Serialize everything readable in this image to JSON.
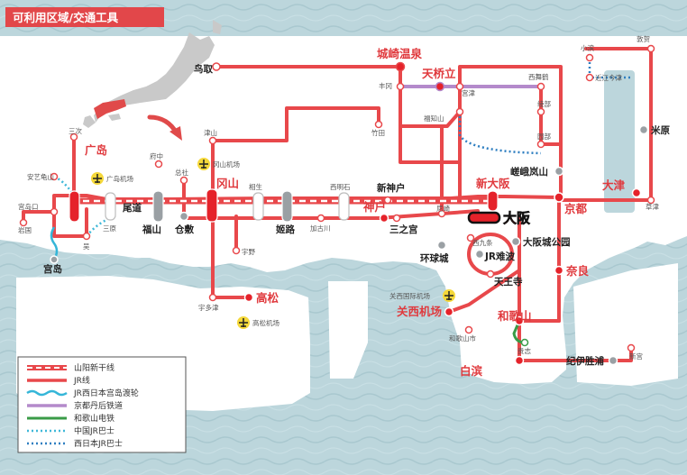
{
  "title": "可利用区域/交通工具",
  "colors": {
    "jr_line": "#e8484b",
    "station_red": "#e03a3e",
    "shinkansen_marker": "#e5222a",
    "tango": "#b48acb",
    "ferry": "#35b6d8",
    "wakayama_dentetsu": "#3a9b47",
    "chugoku_bus": "#3fb8d8",
    "west_bus": "#2f7fc1",
    "sea": "#bcd6dc",
    "land": "#ffffff",
    "airport": "#f5d83a"
  },
  "legend": [
    {
      "key": "shinkansen",
      "label": "山阳新干线"
    },
    {
      "key": "jr",
      "label": "JR线"
    },
    {
      "key": "ferry",
      "label": "JR西日本宫岛渡轮"
    },
    {
      "key": "tango",
      "label": "京都丹后铁道"
    },
    {
      "key": "wakayama",
      "label": "和歌山电铁"
    },
    {
      "key": "chugoku_bus",
      "label": "中国JR巴士"
    },
    {
      "key": "west_bus",
      "label": "西日本JR巴士"
    }
  ],
  "stations": {
    "major": {
      "hiroshima": "广岛",
      "okayama": "冈山",
      "shinosaka": "新大阪",
      "kyoto": "京都",
      "otsu": "大津",
      "kobe": "神户",
      "kinosaki": "城崎温泉",
      "amanohashidate": "天桥立",
      "takamatsu": "高松",
      "kix": "关西机场",
      "wakayama": "和歌山",
      "nara": "奈良",
      "shirahama": "白滨",
      "osaka": "大阪"
    },
    "mid": {
      "tottori": "鸟取",
      "onomichi": "尾道",
      "fukuyama": "福山",
      "kurashiki": "仓敷",
      "himeji": "姬路",
      "sannomiya": "三之宫",
      "shinkobe": "新神户",
      "sagaarashiyama": "嵯峨岚山",
      "maibara": "米原",
      "osakajokoen": "大阪城公园",
      "jrnamba": "JR难波",
      "tennoji": "天王寺",
      "usj": "环球城",
      "kiikatsuura": "纪伊胜浦",
      "miyajima": "宫岛"
    },
    "minor": {
      "miyoshi": "三次",
      "akikameyama": "安艺龟山",
      "miyajimaguchi": "宫岛口",
      "iwakuni": "岩国",
      "kure": "吴",
      "mihara": "三原",
      "fuchu": "府中",
      "soja": "总社",
      "tsuyama": "津山",
      "aioi": "相生",
      "uno": "宇野",
      "utazu": "宇多津",
      "nishiakashi": "西明石",
      "kakogawa": "加古川",
      "amagasaki": "尼崎",
      "takeda": "竹田",
      "fukuchiyama": "福知山",
      "toyooka": "丰冈",
      "miyazu": "宫津",
      "nishimaizuru": "西舞鹤",
      "ayabe": "绫部",
      "sonobe": "园部",
      "obama": "小滨",
      "tsuruga": "敦贺",
      "omiimazu": "近江今津",
      "kusatsu": "草津",
      "nishikujo": "西九条",
      "wakayamashi": "和歌山市",
      "kishi": "贵志",
      "shingu": "新宫"
    }
  },
  "airports": {
    "hiroshima": "广岛机场",
    "okayama": "冈山机场",
    "kansai": "关西国际机场",
    "takamatsu": "高松机场"
  }
}
